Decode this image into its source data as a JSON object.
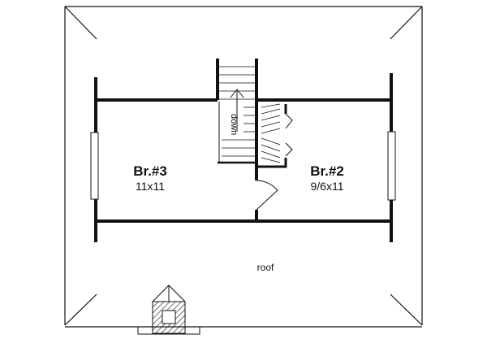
{
  "rooms": [
    {
      "name": "Br.#3",
      "size": "11x11"
    },
    {
      "name": "Br.#2",
      "size": "9/6x11"
    }
  ],
  "stair_label": "down",
  "roof_label": "roof",
  "colors": {
    "line": "#111111",
    "background": "#ffffff"
  }
}
